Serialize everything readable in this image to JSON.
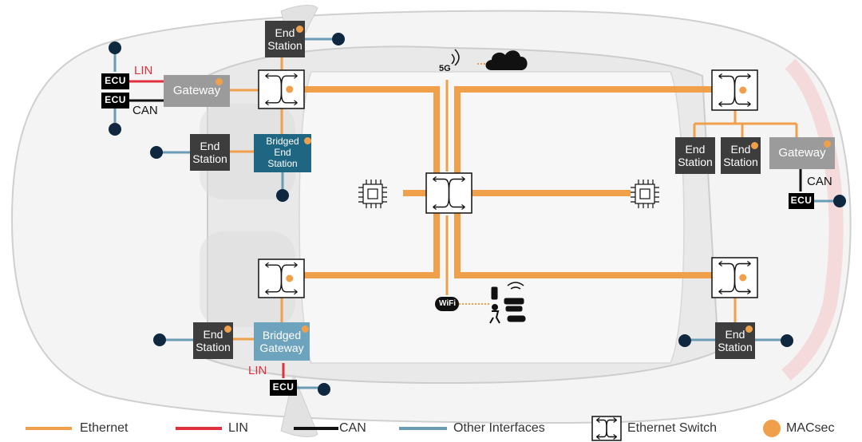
{
  "labels": {
    "end_station": [
      "End",
      "Station"
    ],
    "bridged_end_station": [
      "Bridged",
      "End",
      "Station"
    ],
    "bridged_gateway": [
      "Bridged",
      "Gateway"
    ],
    "gateway": "Gateway",
    "ecu": "ECU",
    "lin": "LIN",
    "can": "CAN",
    "five_g": "5G",
    "wifi": "WiFi"
  },
  "legend": {
    "ethernet": "Ethernet",
    "lin": "LIN",
    "can": "CAN",
    "other": "Other Interfaces",
    "switch": "Ethernet Switch",
    "macsec": "MACsec"
  },
  "colors": {
    "ethernet": "#f0a04b",
    "lin": "#e0303c",
    "can": "#111111",
    "other": "#6a9cb5",
    "node": "#0f2840",
    "end_station": "#3d3d3d",
    "gateway": "#9b9b9b",
    "bridged_end_station": "#1f6683",
    "bridged_gateway": "#6ea3bd"
  }
}
